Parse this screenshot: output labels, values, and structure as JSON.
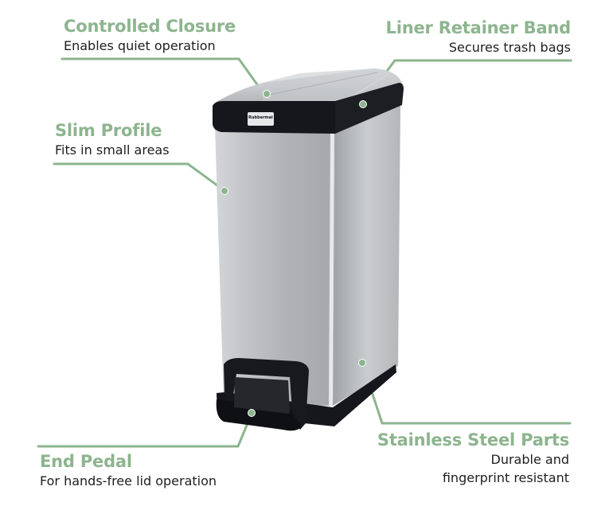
{
  "features": {
    "controlled_closure": {
      "title": "Controlled Closure",
      "desc": "Enables quiet operation"
    },
    "liner_retainer_band": {
      "title": "Liner Retainer Band",
      "desc": "Secures trash bags"
    },
    "slim_profile": {
      "title": "Slim Profile",
      "desc": "Fits in small areas"
    },
    "end_pedal": {
      "title": "End Pedal",
      "desc": "For hands-free lid operation"
    },
    "stainless_steel_parts": {
      "title": "Stainless Steel Parts",
      "desc_line1": "Durable and",
      "desc_line2": "fingerprint resistant"
    }
  },
  "product": {
    "brand_logo_text": "Rubbermaid"
  },
  "colors": {
    "accent_green": "#8db48e",
    "text_dark": "#1e1e1e",
    "trim_black": "#15171c",
    "steel": "#b9bcbf"
  }
}
